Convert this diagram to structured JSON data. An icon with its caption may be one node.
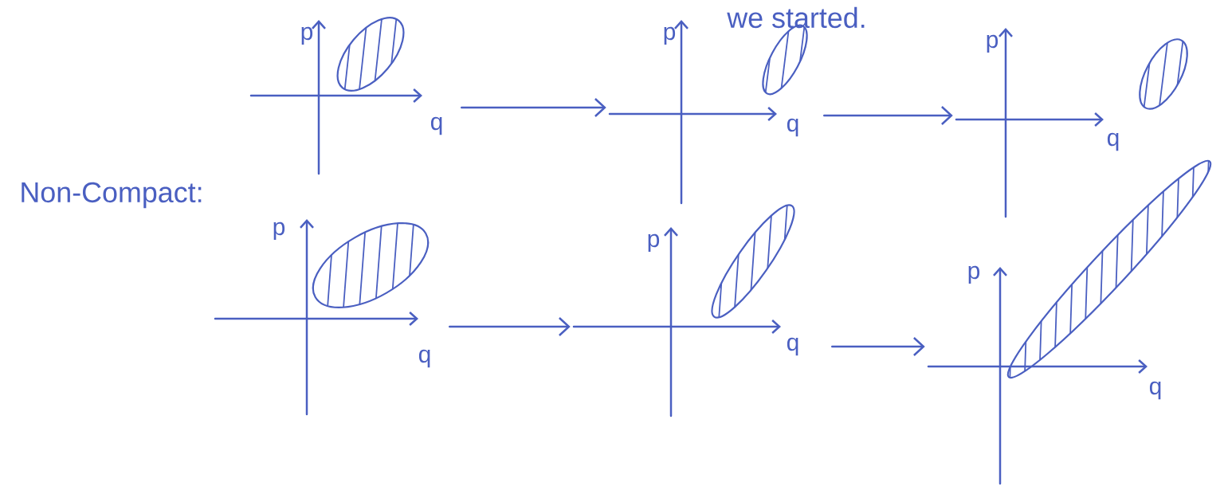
{
  "diagram": {
    "nodes": [
      {
        "text": [
          "p",
          "q"
        ]
      },
      {
        "text": [
          "p",
          "q"
        ]
      },
      {
        "text": [
          "p",
          "q"
        ]
      },
      {
        "text": [
          "p",
          "q"
        ]
      },
      {
        "text": [
          "p",
          "q"
        ]
      },
      {
        "text": [
          "p",
          "q"
        ]
      }
    ],
    "edges": [
      {
        "from": 0,
        "to": 1,
        "arrow": "to"
      },
      {
        "from": 1,
        "to": 2,
        "arrow": "to"
      },
      {
        "from": 3,
        "to": 4,
        "arrow": "to"
      },
      {
        "from": 4,
        "to": 5,
        "arrow": "to"
      }
    ],
    "labels": [
      "we started.",
      "Non-Compact:"
    ]
  }
}
